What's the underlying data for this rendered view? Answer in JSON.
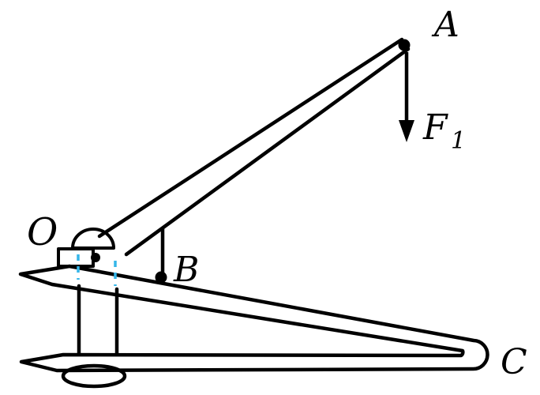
{
  "labels": {
    "point_a": "A",
    "point_o": "O",
    "point_b": "B",
    "point_c": "C",
    "force": {
      "symbol": "F",
      "subscript": "1"
    }
  },
  "colors": {
    "stroke": "#000000",
    "guide_dash": "#35b6e9",
    "background": "#ffffff"
  }
}
